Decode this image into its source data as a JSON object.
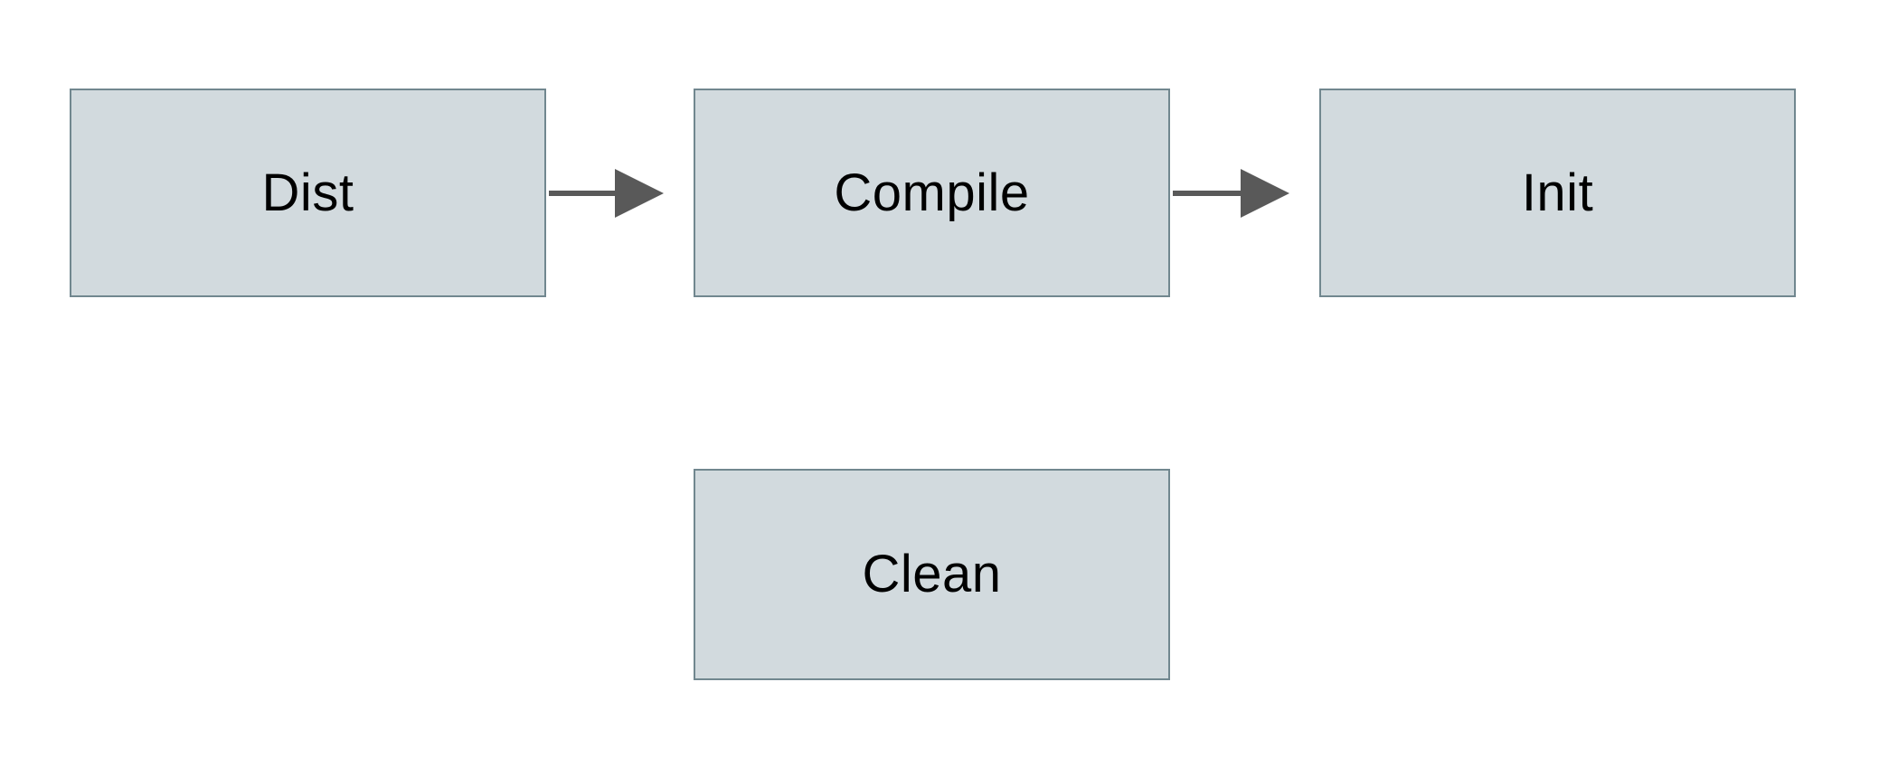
{
  "diagram": {
    "title": "build-tasks-flow",
    "nodes": [
      {
        "id": "dist",
        "label": "Dist"
      },
      {
        "id": "compile",
        "label": "Compile"
      },
      {
        "id": "init",
        "label": "Init"
      },
      {
        "id": "clean",
        "label": "Clean"
      }
    ],
    "edges": [
      {
        "from": "Dist",
        "to": "Compile",
        "direction": "right"
      },
      {
        "from": "Compile",
        "to": "Init",
        "direction": "right"
      }
    ],
    "colors": {
      "background": "#ffffff",
      "node_fill": "#d2dade",
      "node_border": "#71878f",
      "arrow": "#595959",
      "text": "#000000"
    }
  }
}
